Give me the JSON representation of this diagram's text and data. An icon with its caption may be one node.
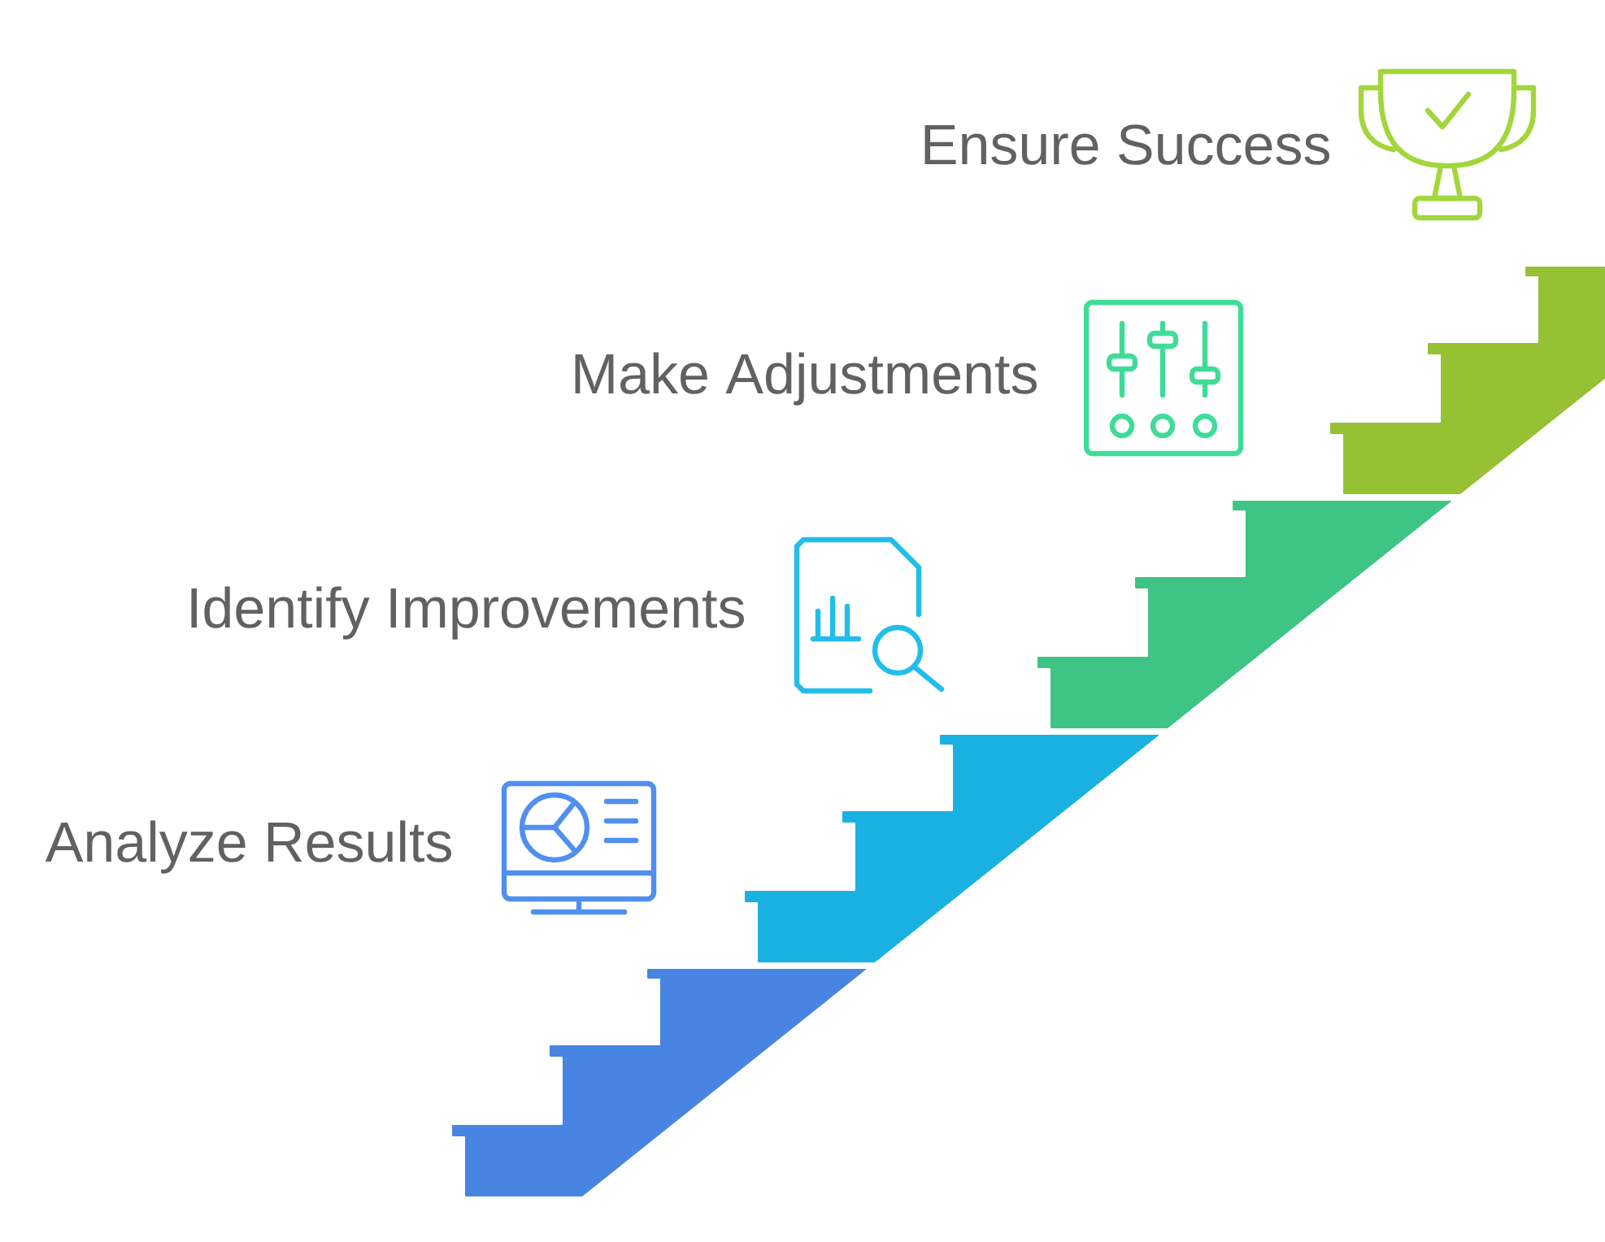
{
  "diagram": {
    "nodes": [
      {
        "text": [
          "Analyze Results"
        ]
      },
      {
        "text": [
          "Identify Improvements"
        ]
      },
      {
        "text": [
          "Make Adjustments"
        ]
      },
      {
        "text": [
          "Ensure Success"
        ]
      }
    ]
  }
}
